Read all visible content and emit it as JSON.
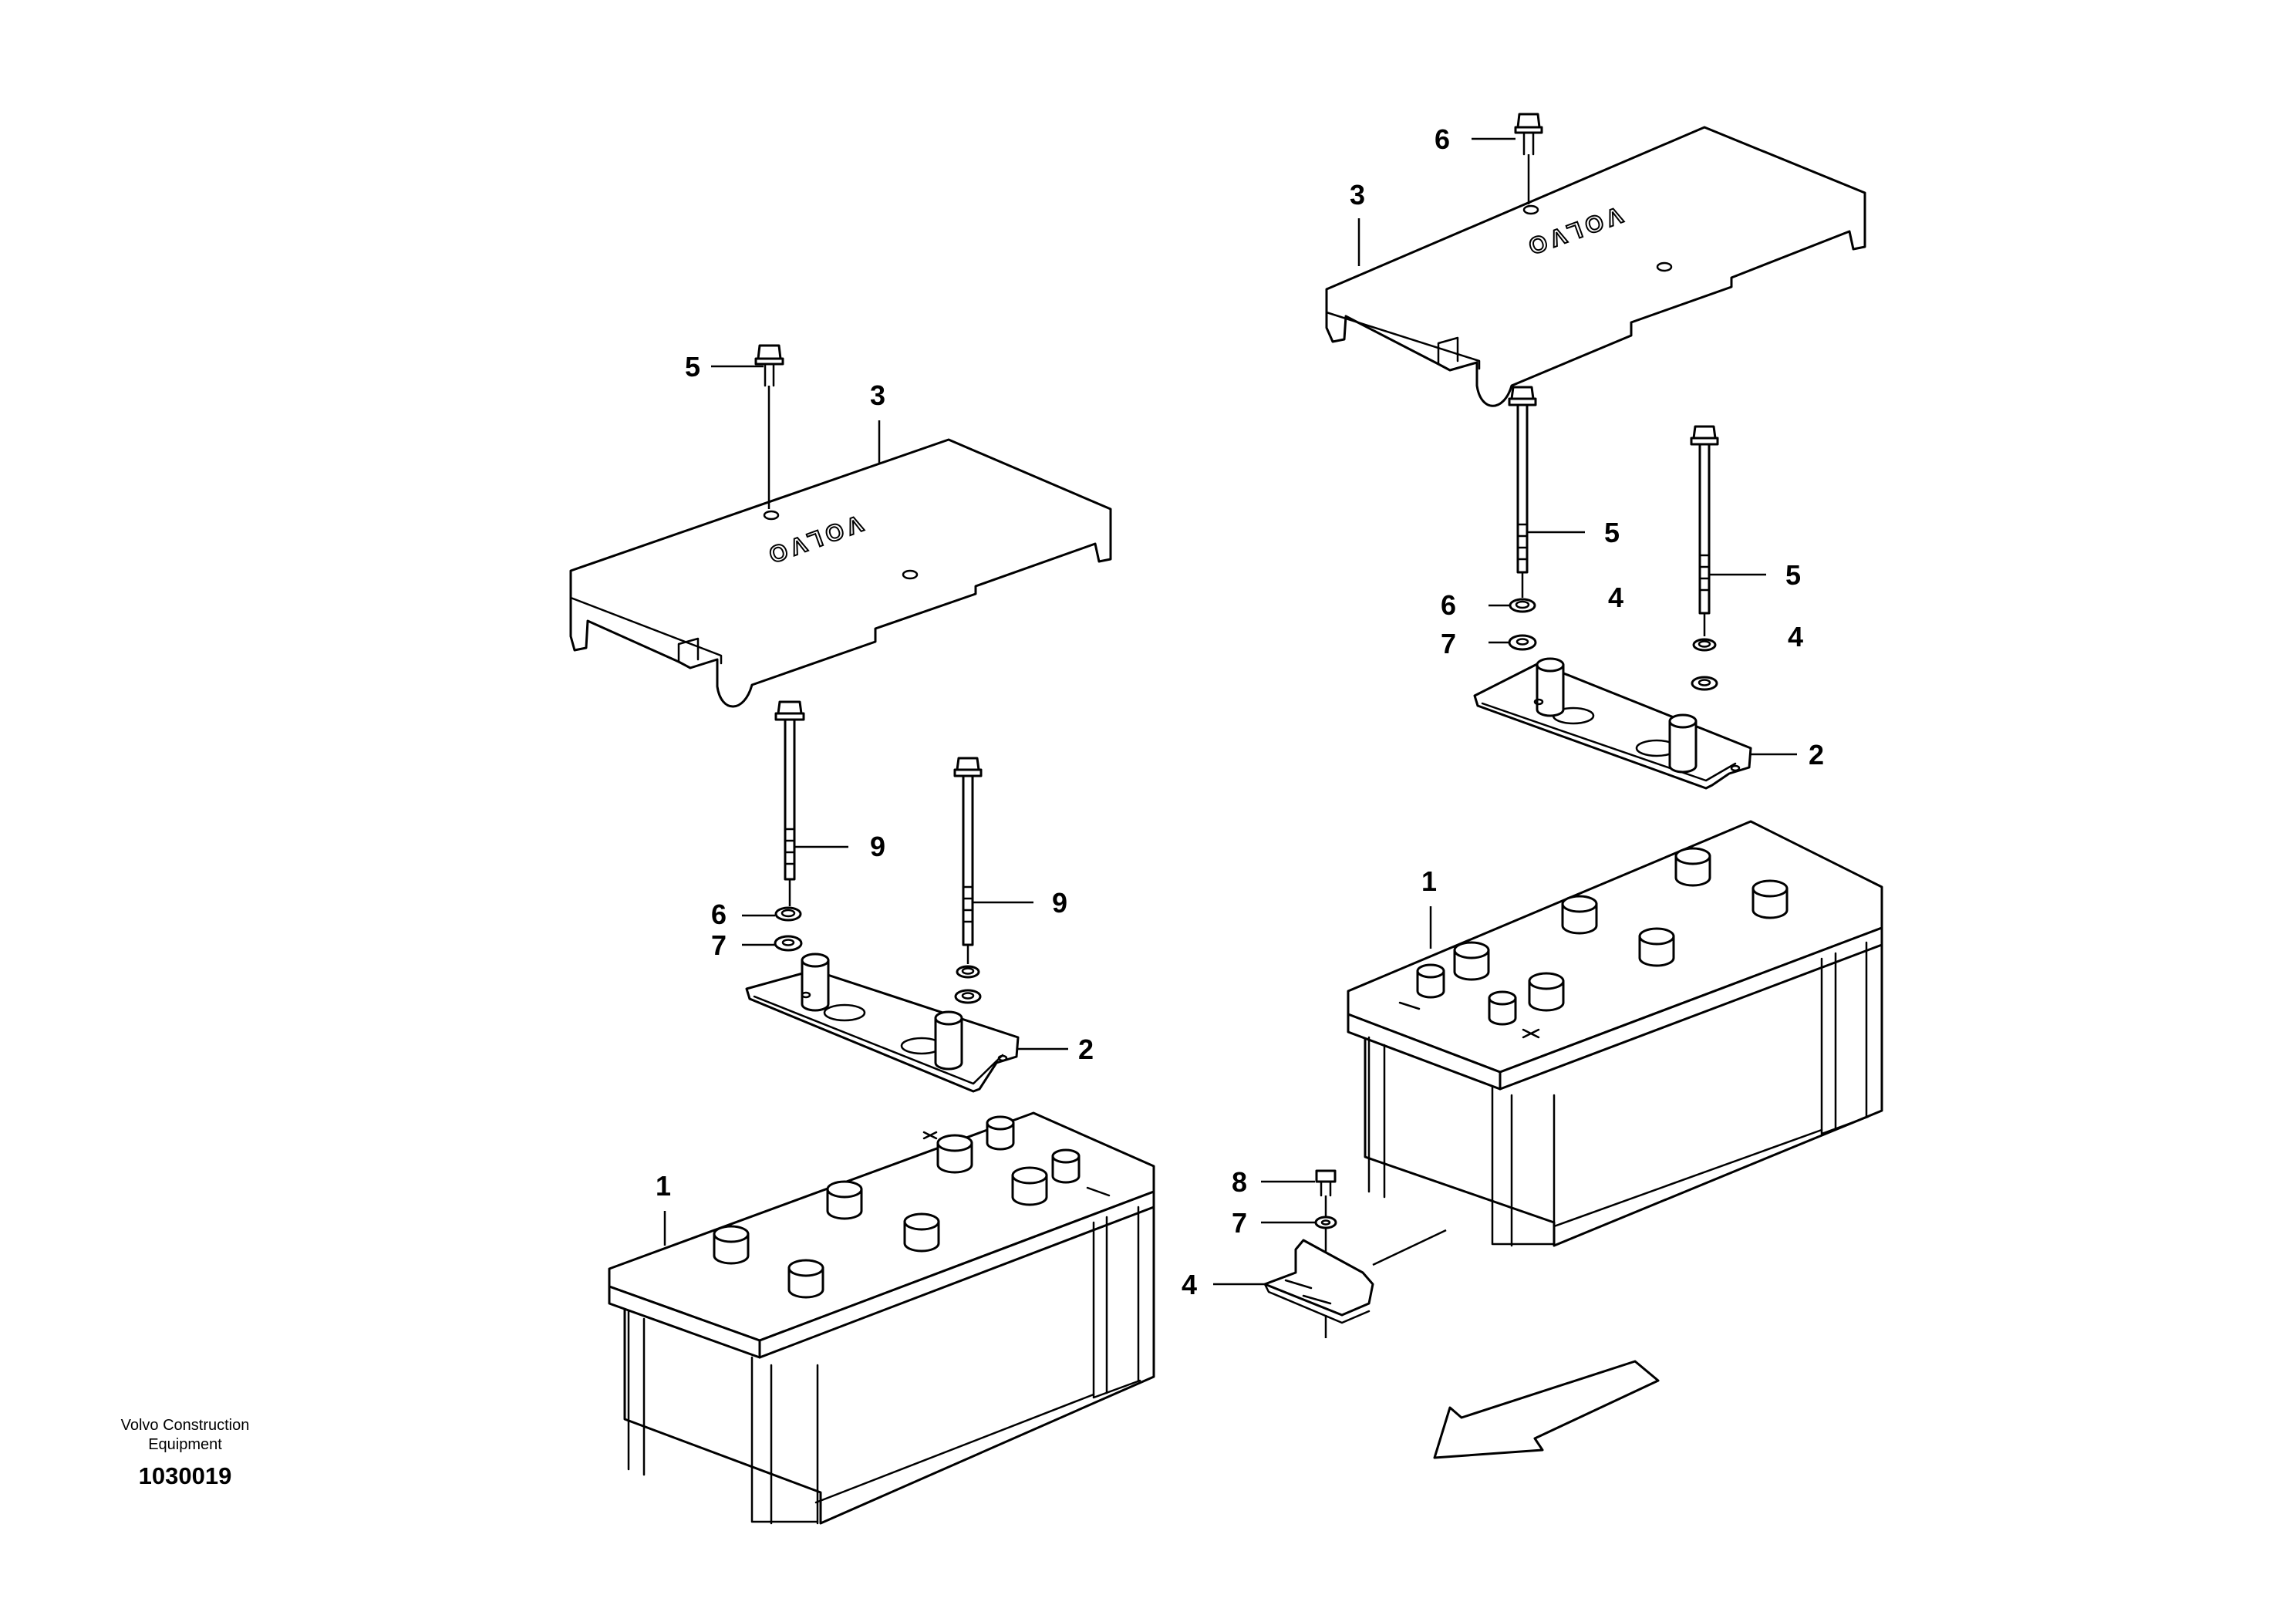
{
  "footer": {
    "company_line1": "Volvo Construction",
    "company_line2": "Equipment",
    "illustration_number": "1030019"
  },
  "logo_text": "VOLVO",
  "callouts": {
    "left_cover_bolt": "5",
    "left_cover": "3",
    "left_rod_1": "9",
    "left_nut": "6",
    "left_washer": "7",
    "left_rod_2": "9",
    "left_bracket": "2",
    "left_battery": "1",
    "right_cover_bolt": "6",
    "right_cover": "3",
    "right_rod_1": "5",
    "right_nut": "6",
    "right_clamp_1": "4",
    "right_washer": "7",
    "right_rod_2": "5",
    "right_clamp_2": "4",
    "right_bracket": "2",
    "right_battery": "1",
    "small_screw": "8",
    "small_washer": "7",
    "holder": "4"
  }
}
